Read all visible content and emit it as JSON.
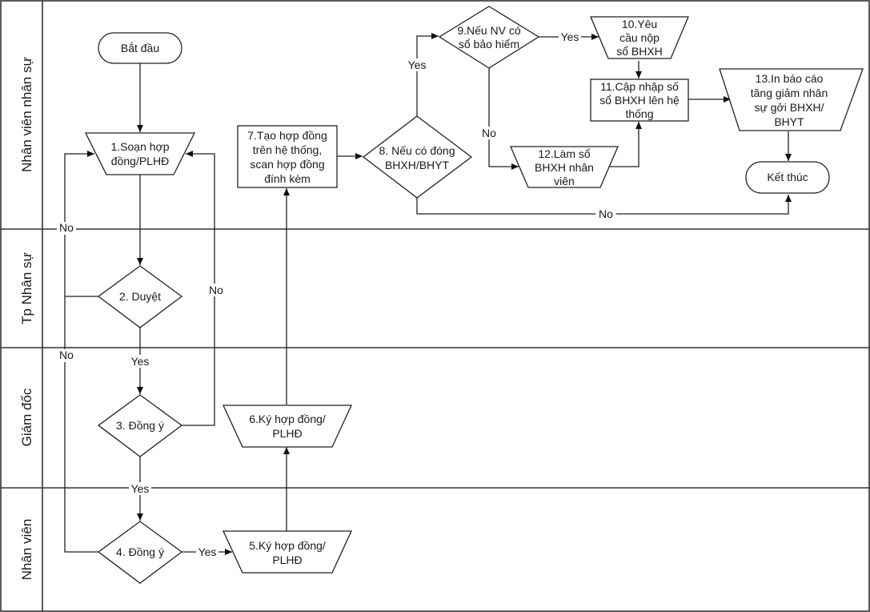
{
  "diagram": {
    "type": "swimlane-flowchart",
    "lanes": [
      {
        "id": "lane1",
        "label": "Nhân viên nhân sự"
      },
      {
        "id": "lane2",
        "label": "Tp Nhân sự"
      },
      {
        "id": "lane3",
        "label": "Giám đốc"
      },
      {
        "id": "lane4",
        "label": "Nhân viên"
      }
    ],
    "nodes": {
      "start": {
        "lines": [
          "Bắt đầu"
        ],
        "shape": "terminator"
      },
      "n1": {
        "lines": [
          "1.Soạn hợp",
          "đồng/PLHĐ"
        ],
        "shape": "manual-operation"
      },
      "n2": {
        "lines": [
          "2. Duyệt"
        ],
        "shape": "decision"
      },
      "n3": {
        "lines": [
          "3. Đồng ý"
        ],
        "shape": "decision"
      },
      "n4": {
        "lines": [
          "4. Đồng ý"
        ],
        "shape": "decision"
      },
      "n5": {
        "lines": [
          "5.Ký hợp đồng/",
          "PLHĐ"
        ],
        "shape": "manual-operation"
      },
      "n6": {
        "lines": [
          "6.Ký hợp đồng/",
          "PLHĐ"
        ],
        "shape": "manual-operation"
      },
      "n7": {
        "lines": [
          "7.Tạo hợp đồng",
          "trên hệ thống,",
          "scan hợp đồng",
          "đính kèm"
        ],
        "shape": "process"
      },
      "n8": {
        "lines": [
          "8. Nếu có đóng",
          "BHXH/BHYT"
        ],
        "shape": "decision"
      },
      "n9": {
        "lines": [
          "9.Nếu NV có",
          "sổ bảo hiểm"
        ],
        "shape": "decision"
      },
      "n10": {
        "lines": [
          "10.Yêu",
          "cầu nộp",
          "sổ BHXH"
        ],
        "shape": "manual-operation"
      },
      "n11": {
        "lines": [
          "11.Cập nhập số",
          "sổ BHXH lên hệ",
          "thống"
        ],
        "shape": "process"
      },
      "n12": {
        "lines": [
          "12.Làm sổ",
          "BHXH nhân",
          "viên"
        ],
        "shape": "manual-operation"
      },
      "n13": {
        "lines": [
          "13.In báo cáo",
          "tăng giảm nhân",
          "sự gởi BHXH/",
          "BHYT"
        ],
        "shape": "manual-operation"
      },
      "end": {
        "lines": [
          "Kết thúc"
        ],
        "shape": "terminator"
      }
    },
    "edge_labels": {
      "n2_no": "No",
      "n2_yes": "Yes",
      "n3_no": "No",
      "n3_yes": "Yes",
      "n4_no": "No",
      "n4_yes": "Yes",
      "n8_yes": "Yes",
      "n8_no": "No",
      "n9_yes": "Yes",
      "n9_no": "No"
    }
  }
}
